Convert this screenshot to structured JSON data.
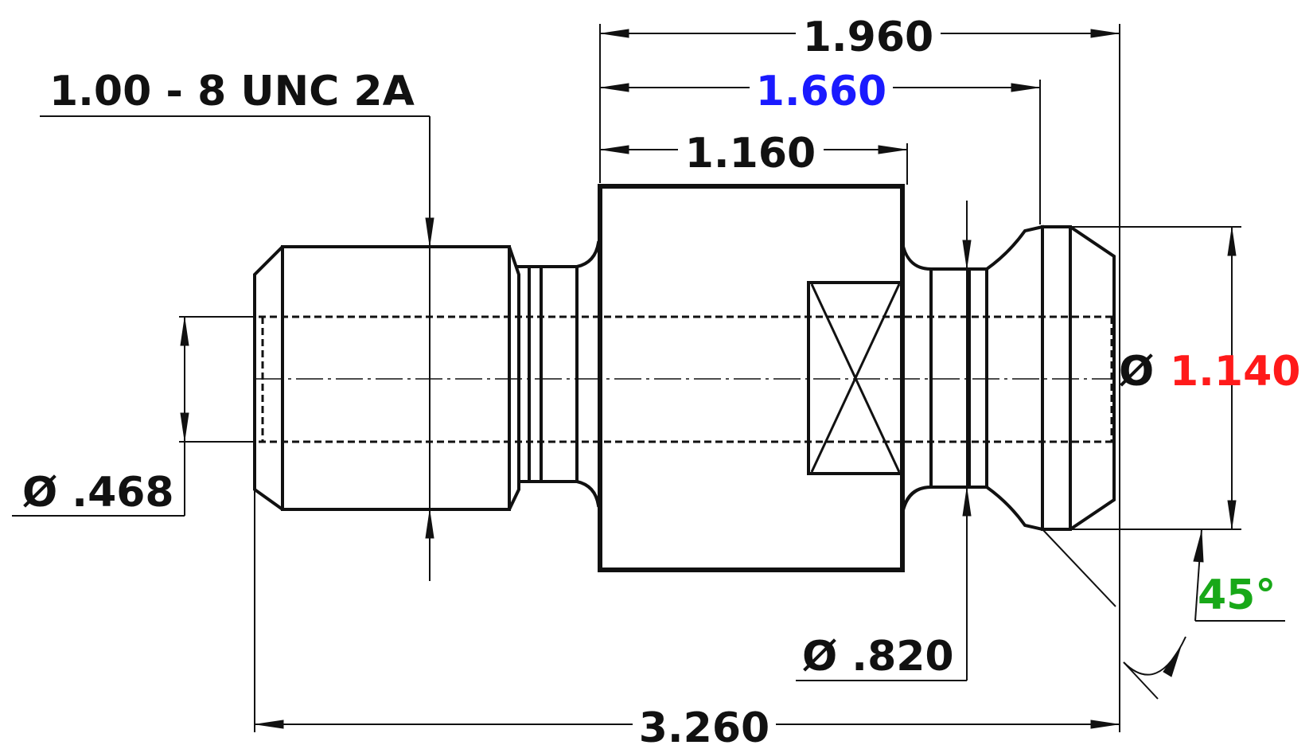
{
  "drawing": {
    "thread_callout": "1.00 - 8 UNC 2A",
    "dim_overall_length": "3.260",
    "dim_1960": "1.960",
    "dim_1660": "1.660",
    "dim_1160": "1.160",
    "dim_bore_dia": "Ø .468",
    "dim_neck_dia": "Ø .820",
    "dim_flange_dia_symbol": "Ø",
    "dim_flange_dia_value": "1.140",
    "dim_chamfer_angle": "45°"
  },
  "colors": {
    "line": "#111111",
    "dim_1660": "#1a1aff",
    "dim_1140": "#ff1a1a",
    "dim_45": "#18a818"
  }
}
